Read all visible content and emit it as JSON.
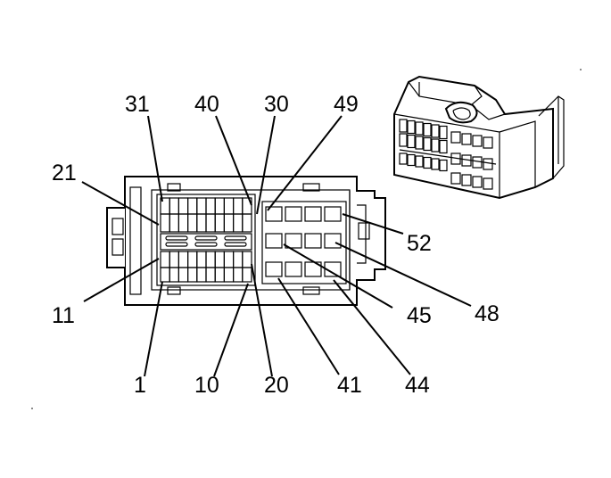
{
  "pin_labels": {
    "p31": "31",
    "p40": "40",
    "p30": "30",
    "p49": "49",
    "p21": "21",
    "p52": "52",
    "p11": "11",
    "p45": "45",
    "p48": "48",
    "p1": "1",
    "p10": "10",
    "p20": "20",
    "p41": "41",
    "p44": "44"
  }
}
